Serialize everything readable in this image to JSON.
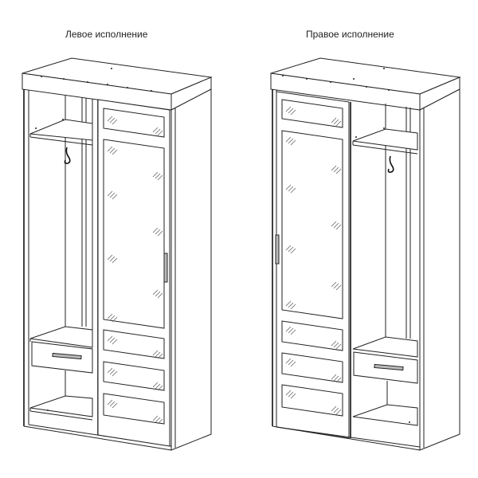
{
  "labels": {
    "left": "Левое исполнение",
    "right": "Правое исполнение"
  },
  "drawings": [
    {
      "id": "left",
      "description": "Wardrobe, left configuration: open section with shelf, hook and drawer on the left; mirrored door with glass panels on the right",
      "door_side": "right",
      "door_panels": 5,
      "open_section": {
        "top_shelf": true,
        "hook": true,
        "drawer": true,
        "bottom_shelf": true
      }
    },
    {
      "id": "right",
      "description": "Wardrobe, right configuration: mirrored door with glass panels on the left; open section with shelf, hook and drawer on the right",
      "door_side": "left",
      "door_panels": 5,
      "open_section": {
        "top_shelf": true,
        "hook": true,
        "drawer": true,
        "bottom_shelf": true
      }
    }
  ],
  "colors": {
    "line": "#222222",
    "background": "#ffffff",
    "handle": "#bbbbbb"
  }
}
